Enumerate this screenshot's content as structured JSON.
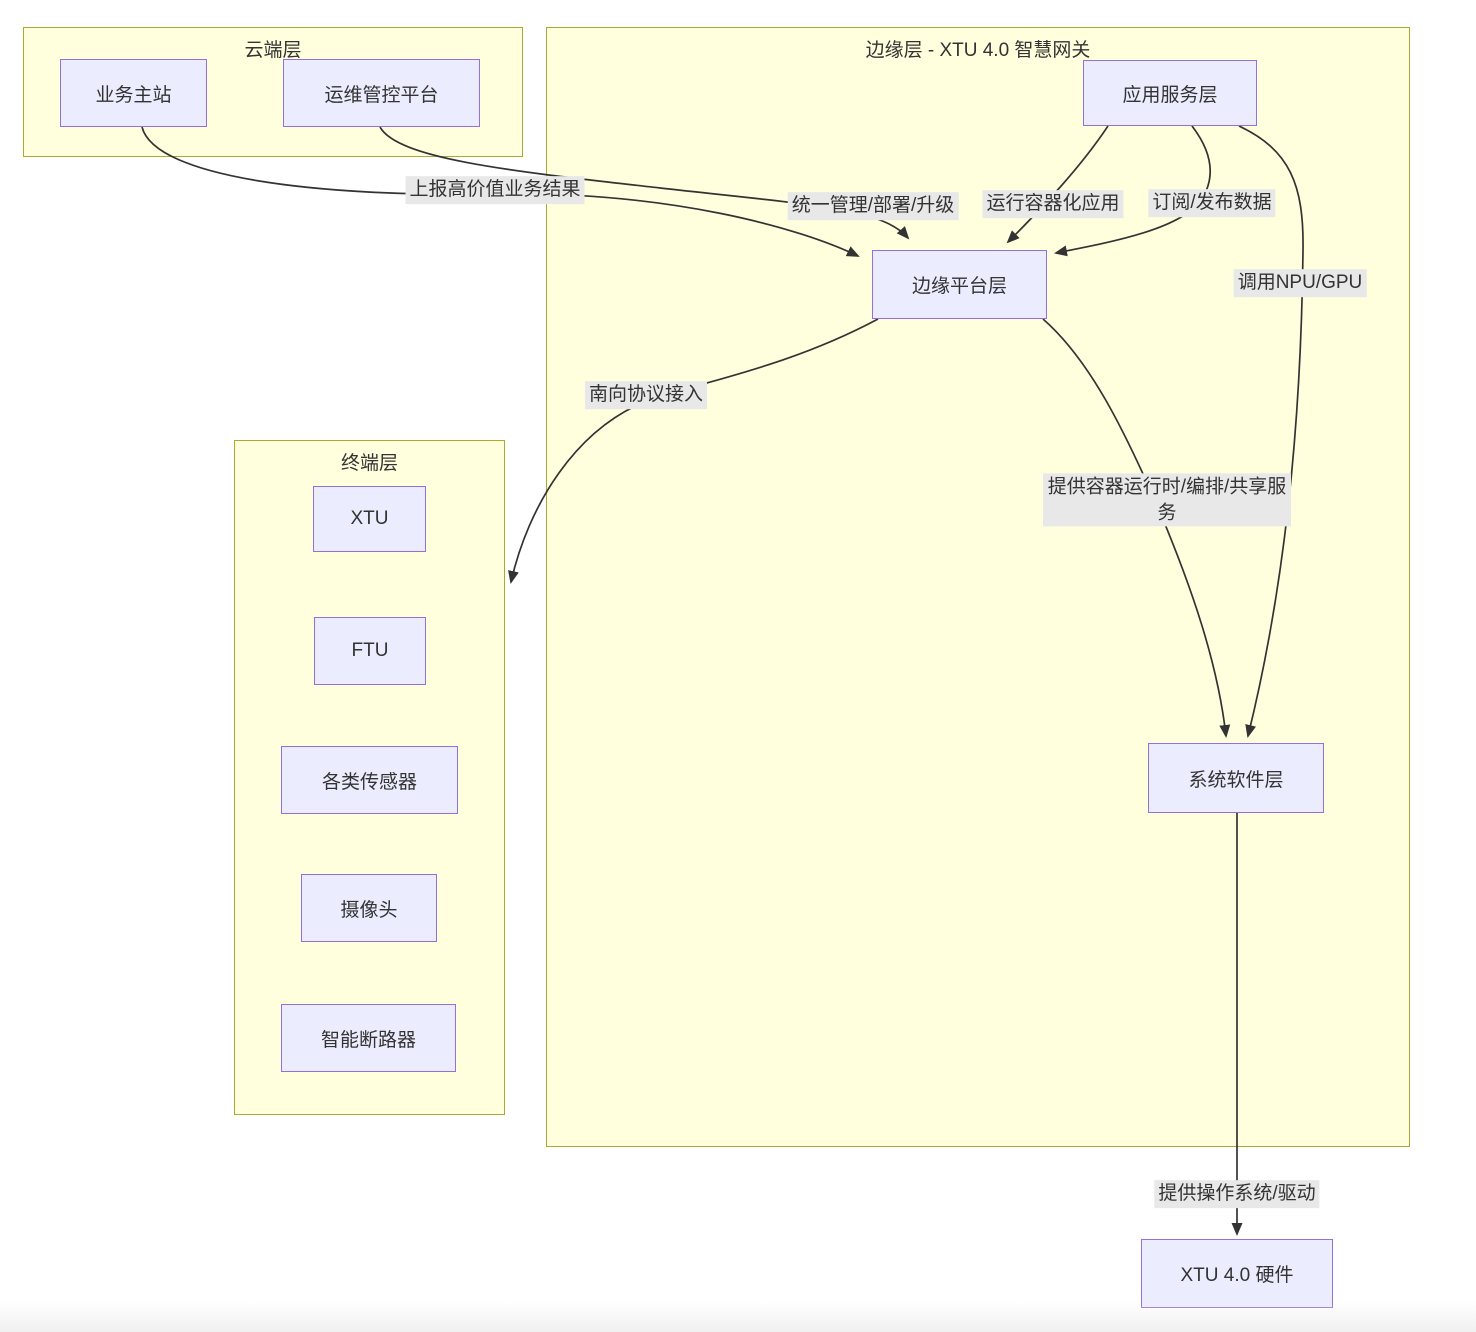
{
  "diagram": {
    "clusters": [
      {
        "id": "cloud",
        "label": "云端层"
      },
      {
        "id": "edge",
        "label": "边缘层 - XTU 4.0 智慧网关"
      },
      {
        "id": "terminal",
        "label": "终端层"
      }
    ],
    "nodes": [
      {
        "id": "business-master",
        "label": "业务主站"
      },
      {
        "id": "ops-platform",
        "label": "运维管控平台"
      },
      {
        "id": "app-service",
        "label": "应用服务层"
      },
      {
        "id": "edge-platform",
        "label": "边缘平台层"
      },
      {
        "id": "system-software",
        "label": "系统软件层"
      },
      {
        "id": "xtu",
        "label": "XTU"
      },
      {
        "id": "ftu",
        "label": "FTU"
      },
      {
        "id": "sensors",
        "label": "各类传感器"
      },
      {
        "id": "camera",
        "label": "摄像头"
      },
      {
        "id": "smart-breaker",
        "label": "智能断路器"
      },
      {
        "id": "xtu-hardware",
        "label": "XTU 4.0 硬件"
      }
    ],
    "edges": [
      {
        "from": "业务主站",
        "to": "边缘平台层",
        "label": "上报高价值业务结果"
      },
      {
        "from": "运维管控平台",
        "to": "边缘平台层",
        "label": "统一管理/部署/升级"
      },
      {
        "from": "应用服务层",
        "to": "边缘平台层",
        "label": "运行容器化应用"
      },
      {
        "from": "应用服务层",
        "to": "边缘平台层",
        "label": "订阅/发布数据"
      },
      {
        "from": "应用服务层",
        "to": "系统软件层",
        "label": "调用NPU/GPU"
      },
      {
        "from": "边缘平台层",
        "to": "终端层",
        "label": "南向协议接入"
      },
      {
        "from": "边缘平台层",
        "to": "系统软件层",
        "label": "提供容器运行时/编排/共享服务"
      },
      {
        "from": "系统软件层",
        "to": "XTU 4.0 硬件",
        "label": "提供操作系统/驱动"
      }
    ],
    "colors": {
      "cluster_fill": "#ffffde",
      "cluster_border": "#aaaa33",
      "node_fill": "#ececff",
      "node_border": "#9370db",
      "edge_line": "#333333",
      "edge_label_bg": "#e8e8e8",
      "text": "#333333"
    }
  }
}
